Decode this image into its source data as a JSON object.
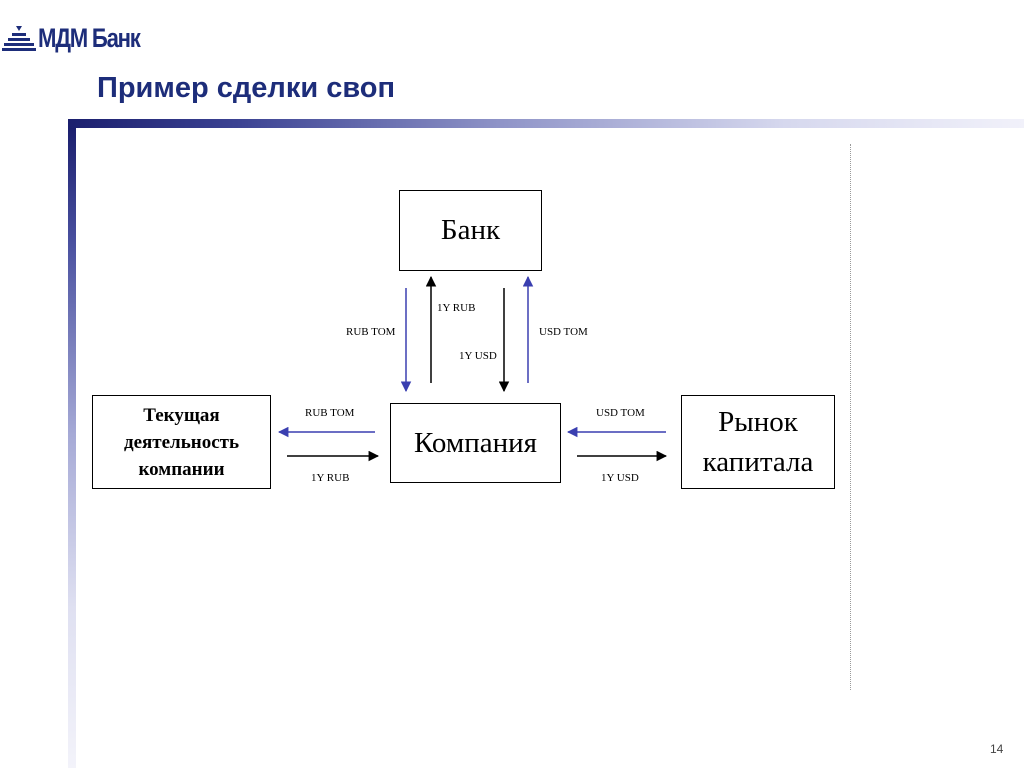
{
  "header": {
    "logo_text": "МДМ Банк",
    "title": "Пример сделки своп"
  },
  "diagram": {
    "nodes": {
      "bank": "Банк",
      "company": "Компания",
      "current": "Текущая деятельность компании",
      "market": "Рынок капитала"
    },
    "edges": {
      "bank_company_rub_tom": "RUB TOM",
      "company_bank_1y_rub": "1Y RUB",
      "bank_company_1y_usd": "1Y USD",
      "company_bank_usd_tom": "USD TOM",
      "company_current_rub_tom": "RUB TOM",
      "current_company_1y_rub": "1Y RUB",
      "market_company_usd_tom": "USD TOM",
      "company_market_1y_usd": "1Y USD"
    }
  },
  "colors": {
    "brand_navy": "#1d2d7a",
    "arrow_blue": "#3a3fb0",
    "arrow_black": "#000000"
  },
  "footer": {
    "page_number": "14"
  }
}
